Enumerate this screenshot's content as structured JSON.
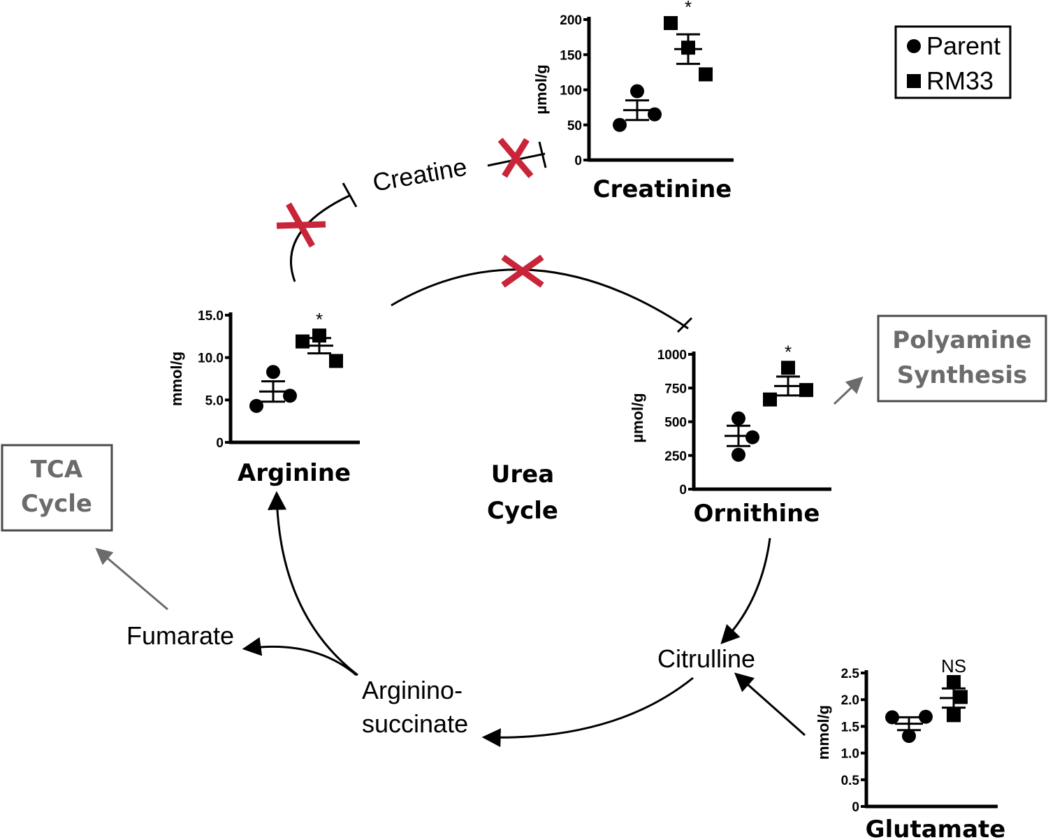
{
  "diagram": {
    "center_label_line1": "Urea",
    "center_label_line2": "Cycle",
    "creatine": "Creatine",
    "fumarate": "Fumarate",
    "citrulline": "Citrulline",
    "argininosuccinate_line1": "Arginino-",
    "argininosuccinate_line2": "succinate",
    "tca_line1": "TCA",
    "tca_line2": "Cycle",
    "polyamine_line1": "Polyamine",
    "polyamine_line2": "Synthesis",
    "inhibition_color": "#c8243a",
    "side_arrow_color": "#6b6b6b"
  },
  "legend": {
    "items": [
      {
        "marker": "circle",
        "label": "Parent"
      },
      {
        "marker": "square",
        "label": "RM33"
      }
    ]
  },
  "chart_data": [
    {
      "type": "scatter",
      "title": "Creatinine",
      "ylabel": "µmol/g",
      "ylim": [
        0,
        200
      ],
      "yticks": [
        "0",
        "50",
        "100",
        "150",
        "200"
      ],
      "significance": "*",
      "groups": [
        {
          "name": "Parent",
          "marker": "circle",
          "values": [
            50,
            98,
            65
          ],
          "mean": 71,
          "sem": 14
        },
        {
          "name": "RM33",
          "marker": "square",
          "values": [
            195,
            160,
            122
          ],
          "mean": 158,
          "sem": 21
        }
      ]
    },
    {
      "type": "scatter",
      "title": "Arginine",
      "ylabel": "mmol/g",
      "ylim": [
        0,
        15
      ],
      "yticks": [
        "0",
        "5.0",
        "10.0",
        "15.0"
      ],
      "significance": "*",
      "groups": [
        {
          "name": "Parent",
          "marker": "circle",
          "values": [
            4.3,
            8.3,
            5.5
          ],
          "mean": 6.0,
          "sem": 1.2
        },
        {
          "name": "RM33",
          "marker": "square",
          "values": [
            11.9,
            12.6,
            9.6
          ],
          "mean": 11.4,
          "sem": 0.9
        }
      ]
    },
    {
      "type": "scatter",
      "title": "Ornithine",
      "ylabel": "µmol/g",
      "ylim": [
        0,
        1000
      ],
      "yticks": [
        "0",
        "250",
        "500",
        "750",
        "1000"
      ],
      "significance": "*",
      "groups": [
        {
          "name": "Parent",
          "marker": "circle",
          "values": [
            525,
            385,
            255
          ],
          "mean": 395,
          "sem": 75
        },
        {
          "name": "RM33",
          "marker": "square",
          "values": [
            665,
            900,
            735
          ],
          "mean": 765,
          "sem": 70
        }
      ]
    },
    {
      "type": "scatter",
      "title": "Glutamate",
      "ylabel": "mmol/g",
      "ylim": [
        0,
        2.5
      ],
      "yticks": [
        "0",
        "0.5",
        "1.0",
        "1.5",
        "2.0",
        "2.5"
      ],
      "significance": "NS",
      "groups": [
        {
          "name": "Parent",
          "marker": "circle",
          "values": [
            1.67,
            1.32,
            1.68
          ],
          "mean": 1.55,
          "sem": 0.12
        },
        {
          "name": "RM33",
          "marker": "square",
          "values": [
            2.33,
            2.05,
            1.71
          ],
          "mean": 2.03,
          "sem": 0.18
        }
      ]
    }
  ]
}
